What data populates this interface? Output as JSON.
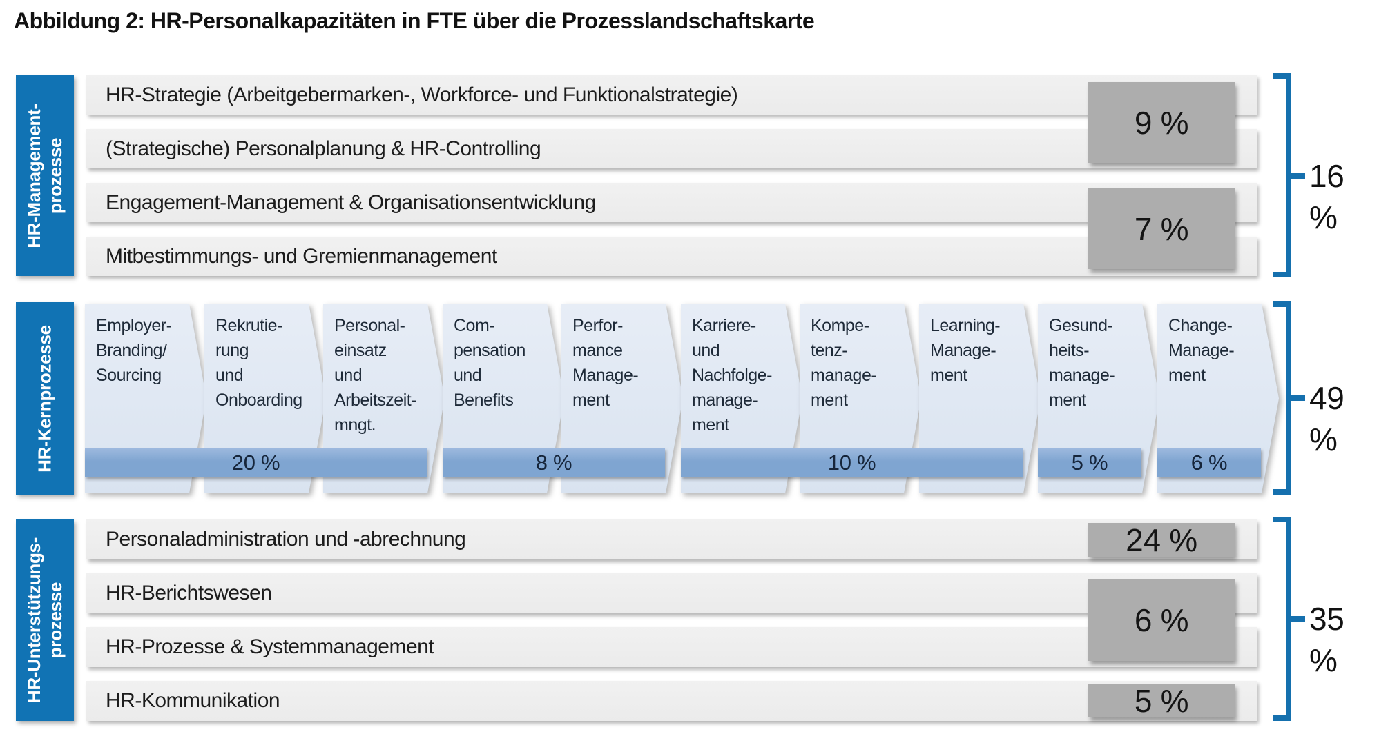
{
  "title": "Abbildung 2: HR-Personalkapazitäten in FTE über die Prozesslandschaftskarte",
  "colors": {
    "sidebar_blue": "#1173b4",
    "bracket_blue": "#1570ae",
    "chevron_fill": "#dde6f2",
    "bar_blue": "#7fa5d1",
    "row_gray": "#ededed",
    "percent_box_gray": "#adadad"
  },
  "sections": {
    "management": {
      "sidebar_label": "HR-Management-\nprozesse",
      "rows": [
        {
          "label": "HR-Strategie (Arbeitgebermarken-, Workforce- und Funktionalstrategie)"
        },
        {
          "label": "(Strategische) Personalplanung & HR-Controlling"
        },
        {
          "label": "Engagement-Management & Organisationsentwicklung"
        },
        {
          "label": "Mitbestimmungs- und Gremienmanagement"
        }
      ],
      "percent_boxes": [
        {
          "value": "9 %",
          "covers_rows": "1-2"
        },
        {
          "value": "7 %",
          "covers_rows": "3-4"
        }
      ],
      "bracket_total": "16 %"
    },
    "kern": {
      "sidebar_label": "HR-Kernprozesse",
      "chevrons": [
        {
          "label": "Employer-\nBranding/\nSourcing"
        },
        {
          "label": "Rekrutie-\nrung\nund\nOnboarding"
        },
        {
          "label": "Personal-\neinsatz\nund\nArbeitszeit-\nmngt."
        },
        {
          "label": "Com-\npensation\nund\nBenefits"
        },
        {
          "label": "Perfor-\nmance\nManage-\nment"
        },
        {
          "label": "Karriere-\nund\nNachfolge-\nmanage-\nment"
        },
        {
          "label": "Kompe-\ntenz-\nmanage-\nment"
        },
        {
          "label": "Learning-\nManage-\nment"
        },
        {
          "label": "Gesund-\nheits-\nmanage-\nment"
        },
        {
          "label": "Change-\nManage-\nment"
        }
      ],
      "percent_bars": [
        {
          "value": "20 %",
          "covers_chevrons": "1-3"
        },
        {
          "value": "8 %",
          "covers_chevrons": "4-5"
        },
        {
          "value": "10 %",
          "covers_chevrons": "6-8"
        },
        {
          "value": "5 %",
          "covers_chevrons": "9"
        },
        {
          "value": "6 %",
          "covers_chevrons": "10"
        }
      ],
      "bracket_total": "49 %"
    },
    "unterstuetzung": {
      "sidebar_label": "HR-Unterstützungs-\nprozesse",
      "rows": [
        {
          "label": "Personaladministration und -abrechnung"
        },
        {
          "label": "HR-Berichtswesen"
        },
        {
          "label": "HR-Prozesse & Systemmanagement"
        },
        {
          "label": "HR-Kommunikation"
        }
      ],
      "percent_boxes": [
        {
          "value": "24 %",
          "covers_rows": "1"
        },
        {
          "value": "6 %",
          "covers_rows": "2-3"
        },
        {
          "value": "5 %",
          "covers_rows": "4"
        }
      ],
      "bracket_total": "35 %"
    }
  }
}
